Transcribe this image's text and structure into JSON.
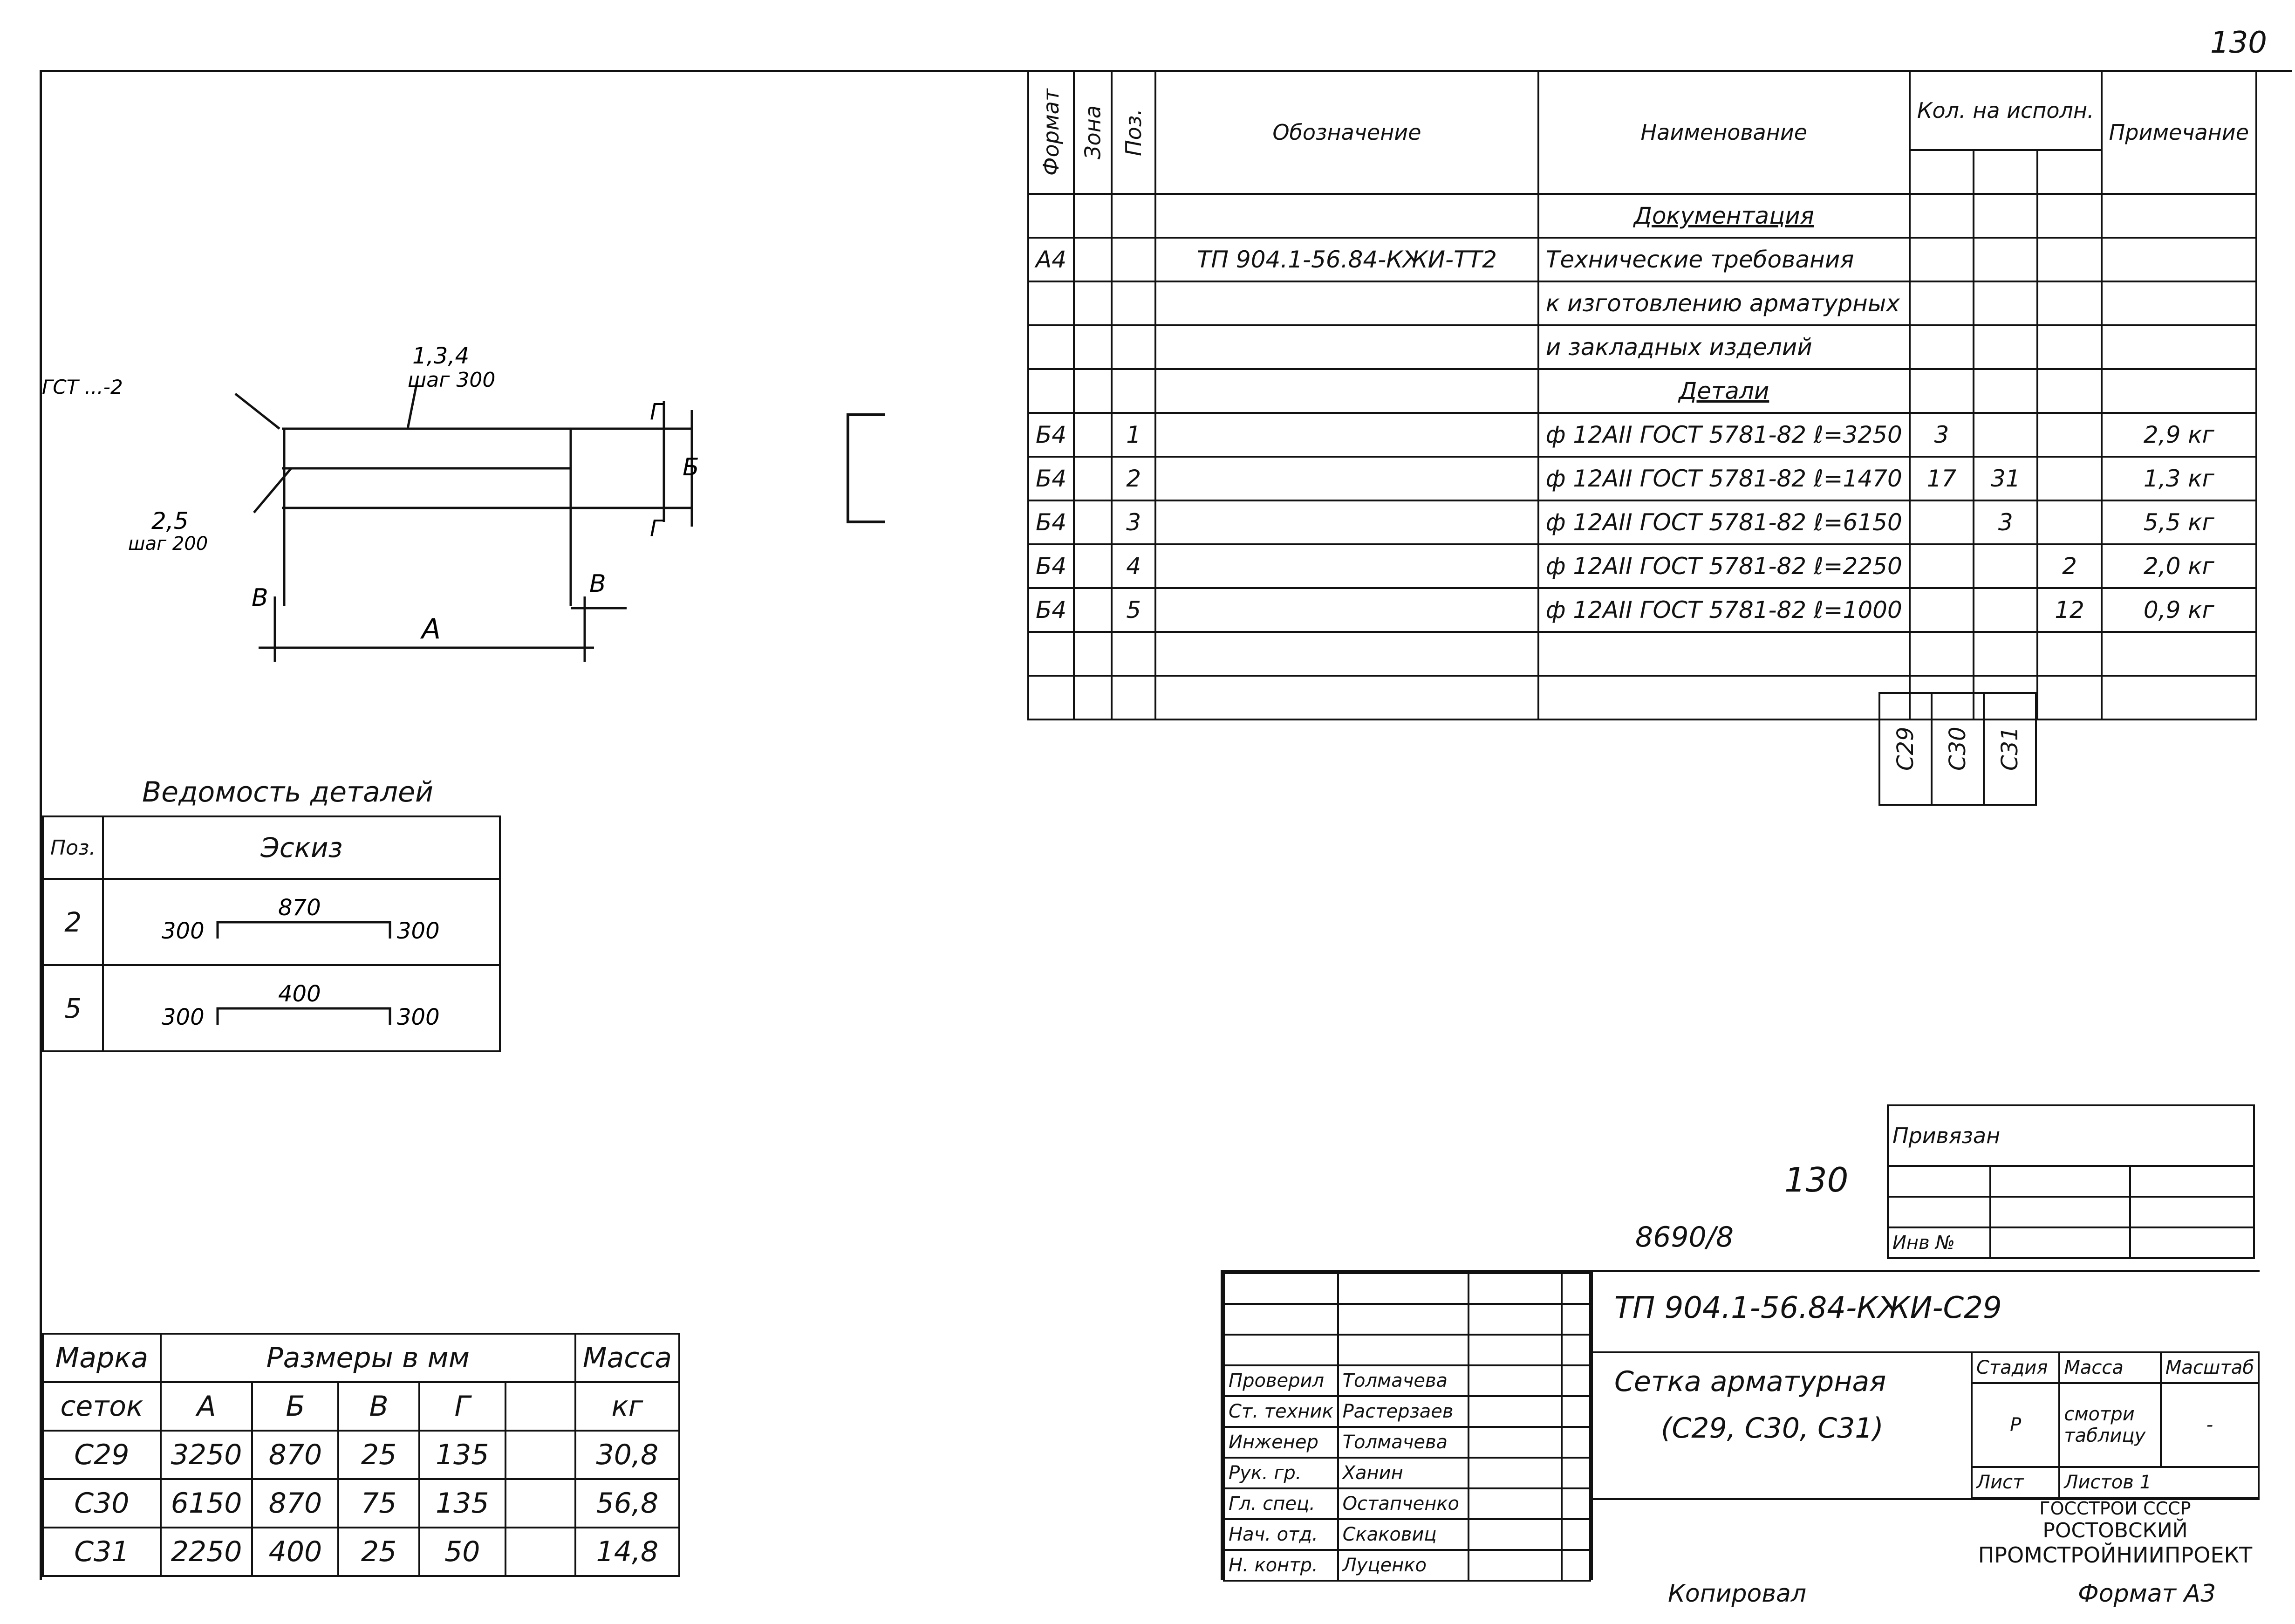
{
  "page_number": "130",
  "spec_table": {
    "headers": {
      "format": "Формат",
      "zone": "Зона",
      "pos": "Поз.",
      "designation": "Обозначение",
      "name": "Наименование",
      "qty": "Кол. на исполн.",
      "note": "Примечание"
    },
    "section_documentation": "Документация",
    "doc_row": {
      "format": "А4",
      "designation": "ТП 904.1-56.84-КЖИ-ТТ2"
    },
    "doc_name_lines": [
      "Технические требования",
      "к изготовлению арматурных",
      "и закладных изделий"
    ],
    "section_details": "Детали",
    "rows": [
      {
        "format": "Б4",
        "pos": "1",
        "name": "ф 12АII ГОСТ 5781-82 ℓ=3250",
        "q1": "3",
        "q2": "",
        "q3": "",
        "note": "2,9 кг"
      },
      {
        "format": "Б4",
        "pos": "2",
        "name": "ф 12АII ГОСТ 5781-82 ℓ=1470",
        "q1": "17",
        "q2": "31",
        "q3": "",
        "note": "1,3 кг"
      },
      {
        "format": "Б4",
        "pos": "3",
        "name": "ф 12АII ГОСТ 5781-82 ℓ=6150",
        "q1": "",
        "q2": "3",
        "q3": "",
        "note": "5,5 кг"
      },
      {
        "format": "Б4",
        "pos": "4",
        "name": "ф 12АII ГОСТ 5781-82 ℓ=2250",
        "q1": "",
        "q2": "",
        "q3": "2",
        "note": "2,0 кг"
      },
      {
        "format": "Б4",
        "pos": "5",
        "name": "ф 12АII ГОСТ 5781-82 ℓ=1000",
        "q1": "",
        "q2": "",
        "q3": "12",
        "note": "0,9 кг"
      }
    ],
    "variants": [
      "С29",
      "С30",
      "С31"
    ]
  },
  "sketch": {
    "leader_top": "ГСТ ...-2",
    "label_134": "1,3,4",
    "step_300": "шаг 300",
    "label_25": "2,5",
    "step_200": "шаг 200",
    "dim_a": "А",
    "dim_b": "Б",
    "dim_v": "В",
    "dim_g": "Г"
  },
  "details_table": {
    "title": "Ведомость деталей",
    "head_pos": "Поз.",
    "head_sketch": "Эскиз",
    "rows": [
      {
        "pos": "2",
        "left": "300",
        "top": "870",
        "right": "300"
      },
      {
        "pos": "5",
        "left": "300",
        "top": "400",
        "right": "300"
      }
    ]
  },
  "sizes_table": {
    "head_mark": "Марка",
    "head_mark2": "сеток",
    "head_sizes": "Размеры в мм",
    "head_mass": "Масса",
    "head_mass_unit": "кг",
    "cols": [
      "А",
      "Б",
      "В",
      "Г"
    ],
    "rows": [
      {
        "mark": "С29",
        "a": "3250",
        "b": "870",
        "v": "25",
        "g": "135",
        "mass": "30,8"
      },
      {
        "mark": "С30",
        "a": "6150",
        "b": "870",
        "v": "75",
        "g": "135",
        "mass": "56,8"
      },
      {
        "mark": "С31",
        "a": "2250",
        "b": "400",
        "v": "25",
        "g": "50",
        "mass": "14,8"
      }
    ]
  },
  "stamp": {
    "privyazan": "Привязан",
    "inv_no": "Инв №",
    "number_130": "130",
    "number_8690": "8690/8",
    "code": "ТП 904.1-56.84-КЖИ-С29",
    "title": "Сетка арматурная",
    "subtitle": "(С29, С30, С31)",
    "stage_h": "Стадия",
    "mass_h": "Масса",
    "scale_h": "Масштаб",
    "stage": "Р",
    "mass": "смотри таблицу",
    "scale": "-",
    "sheet": "Лист",
    "sheets": "Листов 1",
    "org1": "ГОССТРОЙ СССР",
    "org2": "РОСТОВСКИЙ",
    "org3": "ПРОМСТРОЙНИИПРОЕКТ",
    "people": [
      {
        "role": "Проверил",
        "name": "Толмачева"
      },
      {
        "role": "Ст. техник",
        "name": "Растерзаев"
      },
      {
        "role": "Инженер",
        "name": "Толмачева"
      },
      {
        "role": "Рук. гр.",
        "name": "Ханин"
      },
      {
        "role": "Гл. спец.",
        "name": "Остапченко"
      },
      {
        "role": "Нач. отд.",
        "name": "Скаковиц"
      },
      {
        "role": "Н. контр.",
        "name": "Луценко"
      }
    ],
    "copied": "Копировал",
    "format": "Формат А3"
  }
}
